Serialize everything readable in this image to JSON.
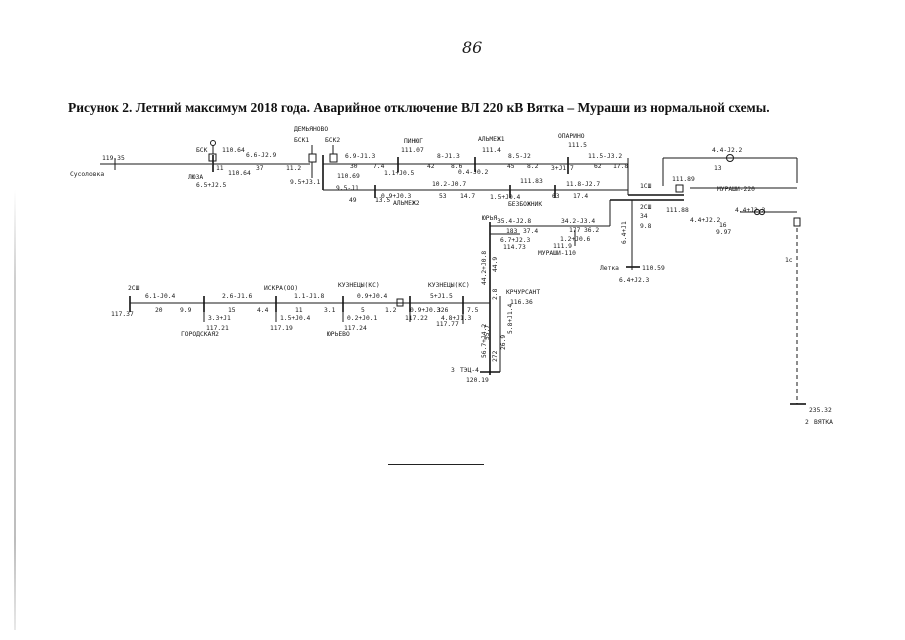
{
  "page_number": "86",
  "caption": "Рисунок 2. Летний максимум 2018 года. Аварийное отключение ВЛ 220 кВ Вятка – Мураши из нормальной схемы.",
  "diagram": {
    "nodes": {
      "susolovka": {
        "name": "Сусоловка",
        "value": "119.35"
      },
      "lyuza": {
        "name": "ЛЮЗА",
        "value": "6.5+J2.5"
      },
      "bsk": {
        "name": "БСК",
        "value1": "110.64",
        "value2": "110.64"
      },
      "demyanovo": {
        "name": "ДЕМЬЯНОВО",
        "bsk1": "БСК1",
        "bsk2": "БСК2",
        "voltage": "110.69"
      },
      "pinyug": {
        "name": "ПИНЮГ",
        "voltage": "111.07"
      },
      "almezh": {
        "name": "АЛЬМЕЖ1",
        "voltage": "111.4"
      },
      "almezh2": {
        "name": "АЛЬМЕЖ2"
      },
      "oparino": {
        "name": "ОПАРИНО",
        "voltage": "111.5"
      },
      "bezbozhnik": {
        "name": "БЕЗБОЖНИК",
        "voltage": "111.83"
      },
      "murashi_1sh": {
        "label": "1СШ",
        "voltage": "111.89"
      },
      "murashi_2sh": {
        "label": "2СШ",
        "voltage": "111.88"
      },
      "murashi_220": {
        "name": "МУРАШИ-220"
      },
      "murashi_110": {
        "name": "МУРАШИ-110",
        "voltage": "111.9"
      },
      "yuria": {
        "name": "ЮРЬЯ",
        "voltage": "114.73"
      },
      "letka": {
        "name": "Летка",
        "voltage": "110.59",
        "load": "6.4+J2.3"
      },
      "kirsant": {
        "name": "КРЧУРСАНТ",
        "voltage": "116.36"
      },
      "kuznetsy": {
        "name": "КУЗНЕЦЫ(КС)"
      },
      "kuznetsy2": {
        "name": "КУЗНЕЦЫ(КС)"
      },
      "iskra": {
        "name": "ИСКРА(ОО)"
      },
      "gorodskaya": {
        "name": "ГОРОДСКАЯ2"
      },
      "yurevo": {
        "name": "ЮРЬЕВО"
      },
      "left_2sh": {
        "label": "2СШ",
        "voltage": "117.37"
      },
      "tets4": {
        "name": "ТЭЦ-4",
        "prefix": "3",
        "voltage": "120.19"
      },
      "vyatka": {
        "name": "ВЯТКА",
        "prefix": "2",
        "voltage": "235.32"
      }
    },
    "flows": {
      "f_bsk_dem": "6.6-J2.9",
      "f_dem_pin": "6.9-J1.3",
      "f_pin_alm": "8-J1.3",
      "f_alm_opa": "8.5-J2",
      "f_opa_mur": "11.5-J3.2",
      "f_mur_220": "4.4-J2.2",
      "f_mur_220b": "4.4+J2.2",
      "f_mur_220c": "4.4+J2.2",
      "f_dem_load": "9.5+J3.1",
      "f_dem_load2": "9.5-J1",
      "f_pin_load": "1.1+J0.5",
      "f_alm_load": "0.4-J0.2",
      "f_opa_load": "3+J1.7",
      "f_almezh2": "0.9+J0.3",
      "f_alm2_bez": "10.2-J0.7",
      "f_bez_mur": "11.8-J2.7",
      "f_bez2": "1.5+J0.4",
      "f_yur_1": "35.4-J2.8",
      "f_yur_2": "34.2-J3.4",
      "f_yur_load": "6.7+J2.3",
      "f_mur110_load": "1.2+J0.6",
      "f_letka": "6.4+J1",
      "f_left_1": "6.1-J0.4",
      "f_left_2": "2.6-J1.6",
      "f_left_3": "1.1-J1.8",
      "f_left_4": "0.9+J0.4",
      "f_left_5": "5+J1.5",
      "f_gor_load": "3.3+J1",
      "f_iskra_load": "1.5+J0.4",
      "f_yurevo_load": "0.2+J0.1",
      "f_kuz_load": "0.9+J0.3",
      "f_kuz2_load": "4.8+J1.3",
      "f_vert_1": "44.2+J0.8",
      "f_vert_2": "56.7+J4.2",
      "f_vert_3": "5.8+J1.4"
    },
    "numbers": {
      "n_bsk1": "11",
      "n_bsk2": "37",
      "n_bsk3": "11.2",
      "n_dem1": "30",
      "n_dem2": "7.4",
      "n_pin1": "42",
      "n_pin2": "8.6",
      "n_alm1": "45",
      "n_alm2": "8.2",
      "n_opa1": "62",
      "n_opa2": "17.8",
      "n_m220": "13",
      "n_m220b": "16",
      "n_m220c": "9.97",
      "n_b1": "49",
      "n_b2": "13.5",
      "n_b3": "53",
      "n_b4": "14.7",
      "n_b5": "63",
      "n_b6": "17.4",
      "n_y1": "183",
      "n_y2": "37.4",
      "n_y3": "177",
      "n_y4": "36.2",
      "n_letka1": "34",
      "n_letka2": "9.8",
      "n_l1": "20",
      "n_l2": "9.9",
      "n_l3": "15",
      "n_l4": "4.4",
      "n_l5": "11",
      "n_l6": "3.1",
      "n_l7": "5",
      "n_l8": "1.2",
      "n_l9": "326",
      "n_l10": "7.5",
      "n_gor_v": "117.21",
      "n_isk_v": "117.19",
      "n_yur_v": "117.24",
      "n_kuz_v": "117.22",
      "n_kuz2_v": "117.77",
      "n_v1": "2.8",
      "n_v2": "44.9",
      "n_v3": "272",
      "n_v4": "55.7",
      "n_v5": "26.9",
      "n_1c": "1с"
    }
  }
}
